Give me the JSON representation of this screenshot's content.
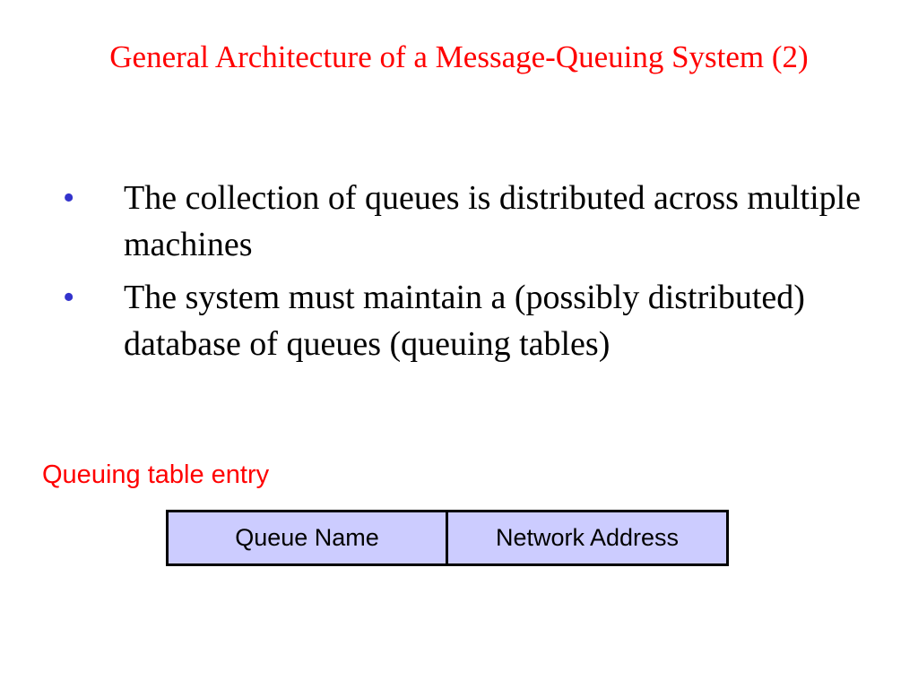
{
  "slide": {
    "title": "General Architecture of a Message-Queuing System (2)",
    "bullets": [
      {
        "marker": "•",
        "text": "The collection of queues is distributed across multiple machines"
      },
      {
        "marker": "•",
        "text": "The system must maintain a (possibly distributed) database of queues (queuing tables)"
      }
    ],
    "table_caption": "Queuing table entry",
    "table_fields": [
      "Queue Name",
      "Network Address"
    ]
  },
  "colors": {
    "title": "#ff0000",
    "caption": "#ff0000",
    "bullet_marker": "#3333cc",
    "cell_fill": "#ccccff",
    "cell_border": "#000000"
  }
}
